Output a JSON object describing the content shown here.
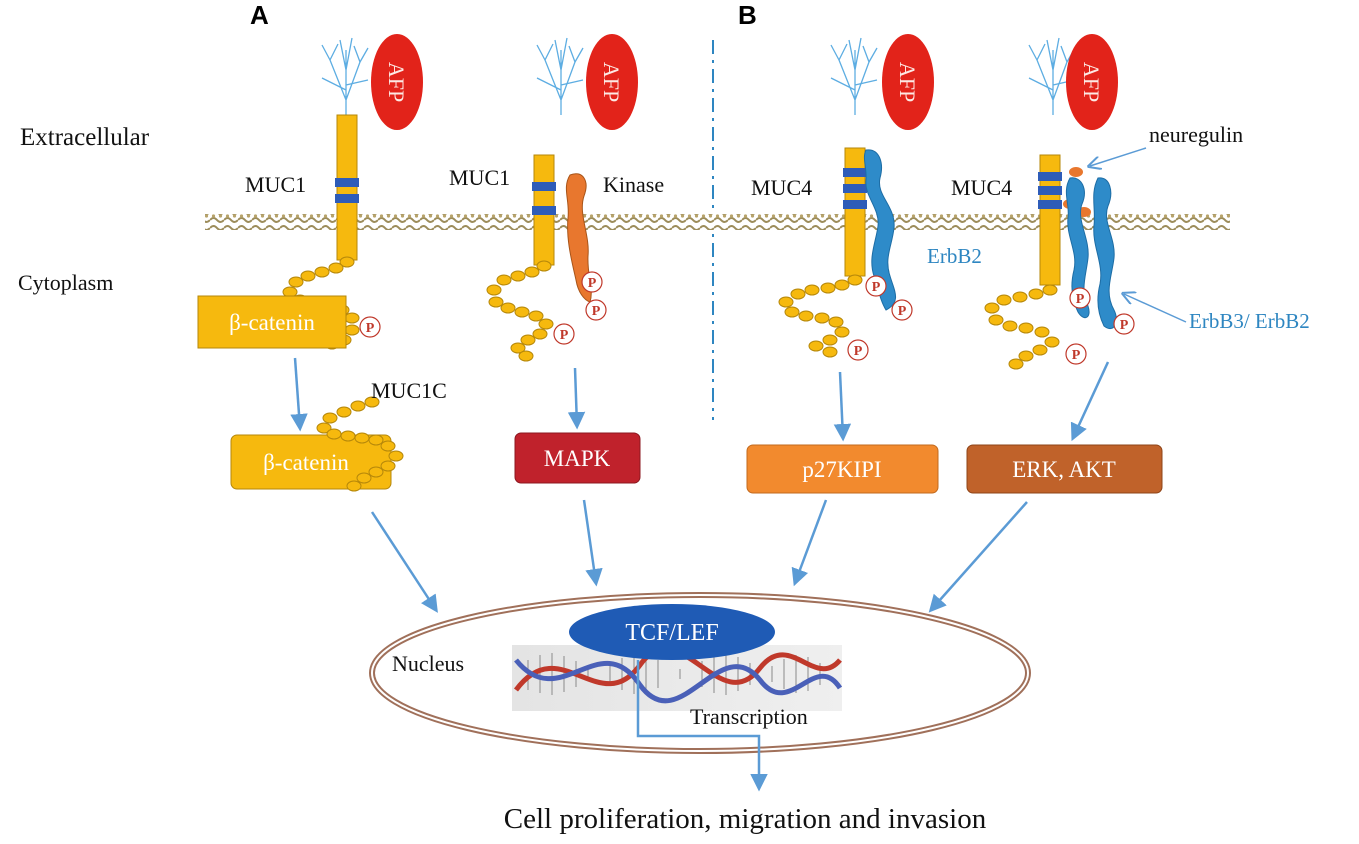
{
  "panels": {
    "a": "A",
    "b": "B"
  },
  "regions": {
    "extracellular": "Extracellular",
    "cytoplasm": "Cytoplasm",
    "nucleus": "Nucleus"
  },
  "receptors": {
    "muc1_a": "MUC1",
    "muc1_b": "MUC1",
    "muc4_a": "MUC4",
    "muc4_b": "MUC4",
    "afp": "AFP",
    "kinase": "Kinase",
    "neuregulin": "neuregulin",
    "erbb2": "ErbB2",
    "erbb3_erbb2": "ErbB3/ ErbB2",
    "phospho": "P"
  },
  "cytoplasm": {
    "beta_catenin_bound": "β-catenin",
    "beta_catenin_free": "β-catenin",
    "muc1c": "MUC1C"
  },
  "effectors": {
    "mapk": "MAPK",
    "p27": "p27KIPI",
    "erk_akt": "ERK,  AKT"
  },
  "nucleus": {
    "tcf_lef": "TCF/LEF",
    "transcription": "Transcription"
  },
  "outcome": "Cell proliferation, migration and invasion",
  "colors": {
    "mucin": "#f6b90e",
    "afp": "#e2231a",
    "erbb": "#2e8bc9",
    "kinase": "#e8772e",
    "mapk": "#c0222c",
    "p27": "#f28a2e",
    "erk_akt": "#c0622a",
    "arrow": "#5b9bd5",
    "tcf": "#1f5bb5"
  }
}
